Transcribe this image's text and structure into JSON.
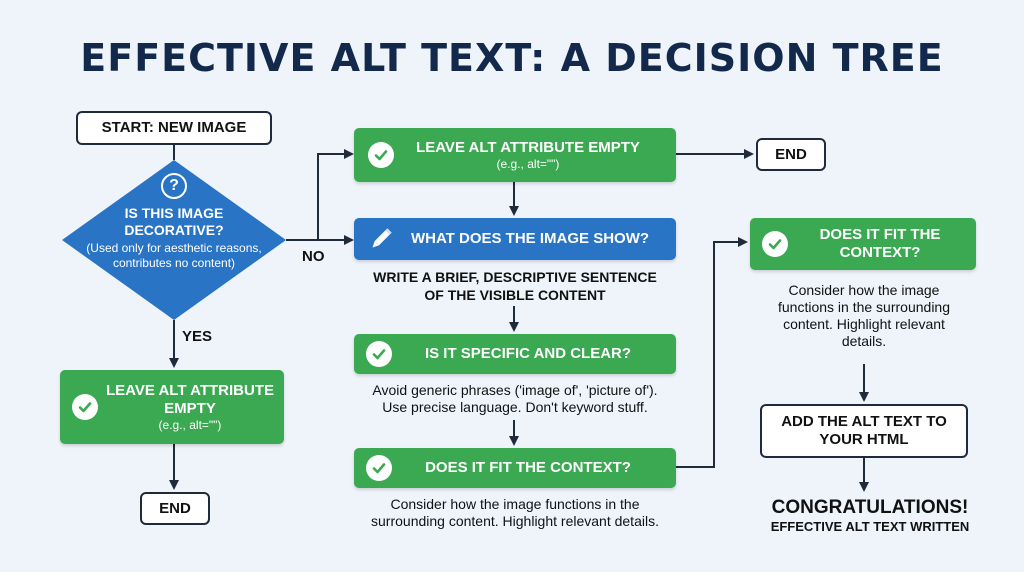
{
  "title": "EFFECTIVE ALT TEXT: A DECISION TREE",
  "start": "START: NEW IMAGE",
  "decision": {
    "question": "IS THIS IMAGE DECORATIVE?",
    "subtext": "(Used only for aesthetic reasons, contributes no content)",
    "icon": "question-mark-icon"
  },
  "labels": {
    "yes": "YES",
    "no": "NO"
  },
  "left_branch": {
    "leave_title": "LEAVE ALT ATTRIBUTE EMPTY",
    "leave_sub": "(e.g., alt=\"\")",
    "end": "END"
  },
  "top_branch": {
    "leave_title": "LEAVE ALT ATTRIBUTE EMPTY",
    "leave_sub": "(e.g., alt=\"\")",
    "end": "END"
  },
  "middle": {
    "show_title": "WHAT DOES THE IMAGE SHOW?",
    "write_note": "WRITE A BRIEF, DESCRIPTIVE SENTENCE OF THE VISIBLE CONTENT",
    "specific_title": "IS IT SPECIFIC AND CLEAR?",
    "specific_note": "Avoid generic phrases ('image of', 'picture of'). Use precise language. Don't keyword stuff.",
    "context_title": "DOES IT FIT THE CONTEXT?",
    "context_note": "Consider how the image functions in the surrounding content. Highlight relevant details."
  },
  "right": {
    "context_title": "DOES IT FIT THE CONTEXT?",
    "context_note": "Consider how the image functions in the surrounding content. Highlight relevant details.",
    "add_title": "ADD THE ALT TEXT TO YOUR HTML",
    "congrats": "CONGRATULATIONS!",
    "congrats_sub": "EFFECTIVE ALT TEXT WRITTEN"
  },
  "colors": {
    "green": "#3aa952",
    "blue": "#2a74c6",
    "navy": "#13294b",
    "background": "#eef4fa"
  }
}
